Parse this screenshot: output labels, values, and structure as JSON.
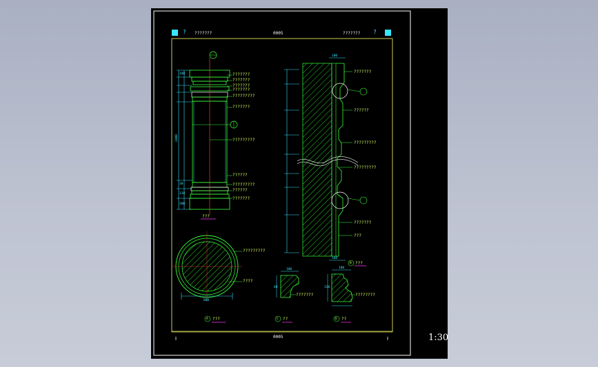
{
  "header": {
    "left_label": "???????",
    "center_label": "0005",
    "right_label": "???????",
    "question_mark": "?"
  },
  "footer": {
    "center_label": "0005"
  },
  "scale_label": "1:30",
  "column_elevation": {
    "title": "???",
    "callouts_top": [
      "???????",
      "???????",
      "???????",
      "???????",
      "?????????",
      "???????"
    ],
    "callout_mid": "?????????",
    "callouts_bottom": [
      "??????",
      "?????????",
      "??????",
      "???????"
    ],
    "dims": [
      "180",
      "2400",
      "30",
      "120",
      "200"
    ]
  },
  "wall_section": {
    "title": "???",
    "callouts": [
      "???????",
      "??????",
      "?????????",
      "?????????",
      "???????",
      "???"
    ],
    "dim_top": "100",
    "dim_bottom": "180"
  },
  "plan_section": {
    "title": "???",
    "callout_outer": "?????????",
    "callout_inner": "????",
    "dim": "800"
  },
  "detail_c": {
    "title": "??",
    "callout": "???????",
    "dim_top": "100",
    "dim_side": "60"
  },
  "detail_d": {
    "title": "??",
    "callout": "????????",
    "dim_top": "100",
    "dim_side": "120"
  },
  "markers": {
    "A": "A",
    "B": "B",
    "C": "C",
    "D": "D"
  },
  "colors": {
    "background": "#000000",
    "frame": "#ffffff",
    "inner_frame": "#ffff66",
    "dimension": "#38e6ff",
    "linework": "#39ff39",
    "callout_text": "#d9ff66",
    "title_underline": "#ff3cff",
    "axis": "#ff3333"
  }
}
